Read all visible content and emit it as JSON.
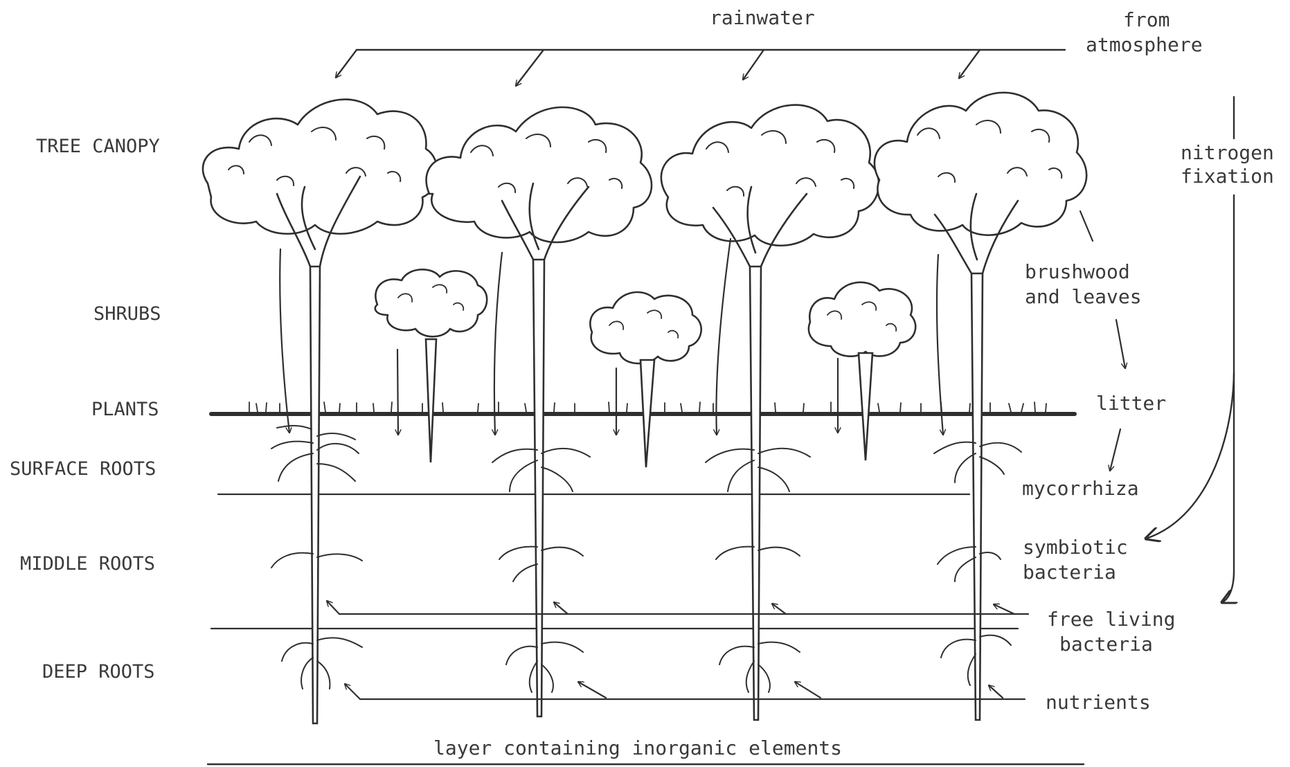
{
  "layers": {
    "tree_canopy": "TREE CANOPY",
    "shrubs": "SHRUBS",
    "plants": "PLANTS",
    "surface_roots": "SURFACE ROOTS",
    "middle_roots": "MIDDLE ROOTS",
    "deep_roots": "DEEP ROOTS"
  },
  "annotations": {
    "rainwater": "rainwater",
    "from": "from",
    "atmosphere": "atmosphere",
    "nitrogen": "nitrogen",
    "fixation": "fixation",
    "brushwood": "brushwood",
    "and_leaves": "and leaves",
    "litter": "litter",
    "mycorrhiza": "mycorrhiza",
    "symbiotic": "symbiotic",
    "bacteria_1": "bacteria",
    "free_living": "free living",
    "bacteria_2": "bacteria",
    "nutrients": "nutrients",
    "inorganic_layer": "layer containing inorganic elements"
  },
  "colors": {
    "ink": "#2f2f2f",
    "text": "#3a3a3a",
    "background": "#ffffff"
  }
}
